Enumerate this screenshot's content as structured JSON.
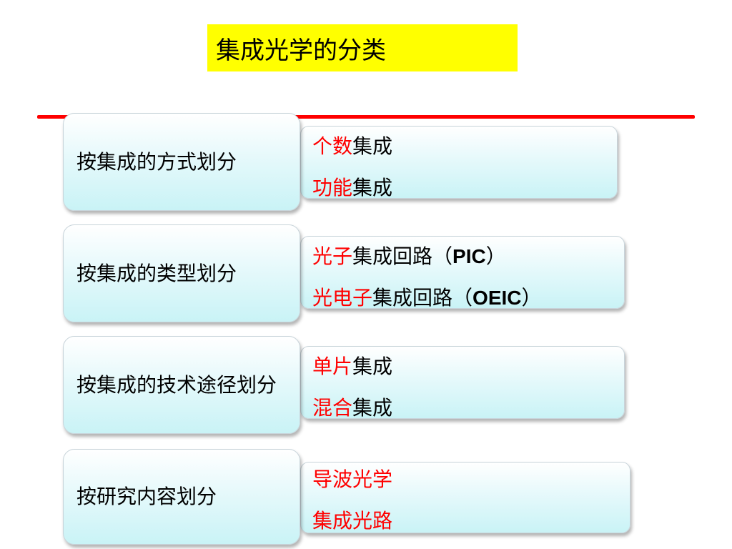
{
  "title": "集成光学的分类",
  "colors": {
    "title_background": "#ffff00",
    "rule": "#ff0000",
    "highlight": "#ff0000"
  },
  "groups": [
    {
      "category": "按集成的方式划分",
      "items": [
        {
          "highlight": "个数",
          "rest": "集成",
          "open": "",
          "latin": "",
          "close": ""
        },
        {
          "highlight": "功能",
          "rest": "集成",
          "open": "",
          "latin": "",
          "close": ""
        }
      ]
    },
    {
      "category": "按集成的类型划分",
      "items": [
        {
          "highlight": "光子",
          "rest": "集成回路",
          "open": "（",
          "latin": "PIC",
          "close": "）"
        },
        {
          "highlight": "光电子",
          "rest": "集成回路",
          "open": "（",
          "latin": "OEIC",
          "close": "）"
        }
      ]
    },
    {
      "category": "按集成的技术途径划分",
      "items": [
        {
          "highlight": "单片",
          "rest": "集成",
          "open": "",
          "latin": "",
          "close": ""
        },
        {
          "highlight": "混合",
          "rest": "集成",
          "open": "",
          "latin": "",
          "close": ""
        }
      ]
    },
    {
      "category": "按研究内容划分",
      "items": [
        {
          "highlight": "导波光学",
          "rest": "",
          "open": "",
          "latin": "",
          "close": ""
        },
        {
          "highlight": "集成光路",
          "rest": "",
          "open": "",
          "latin": "",
          "close": ""
        }
      ]
    }
  ]
}
